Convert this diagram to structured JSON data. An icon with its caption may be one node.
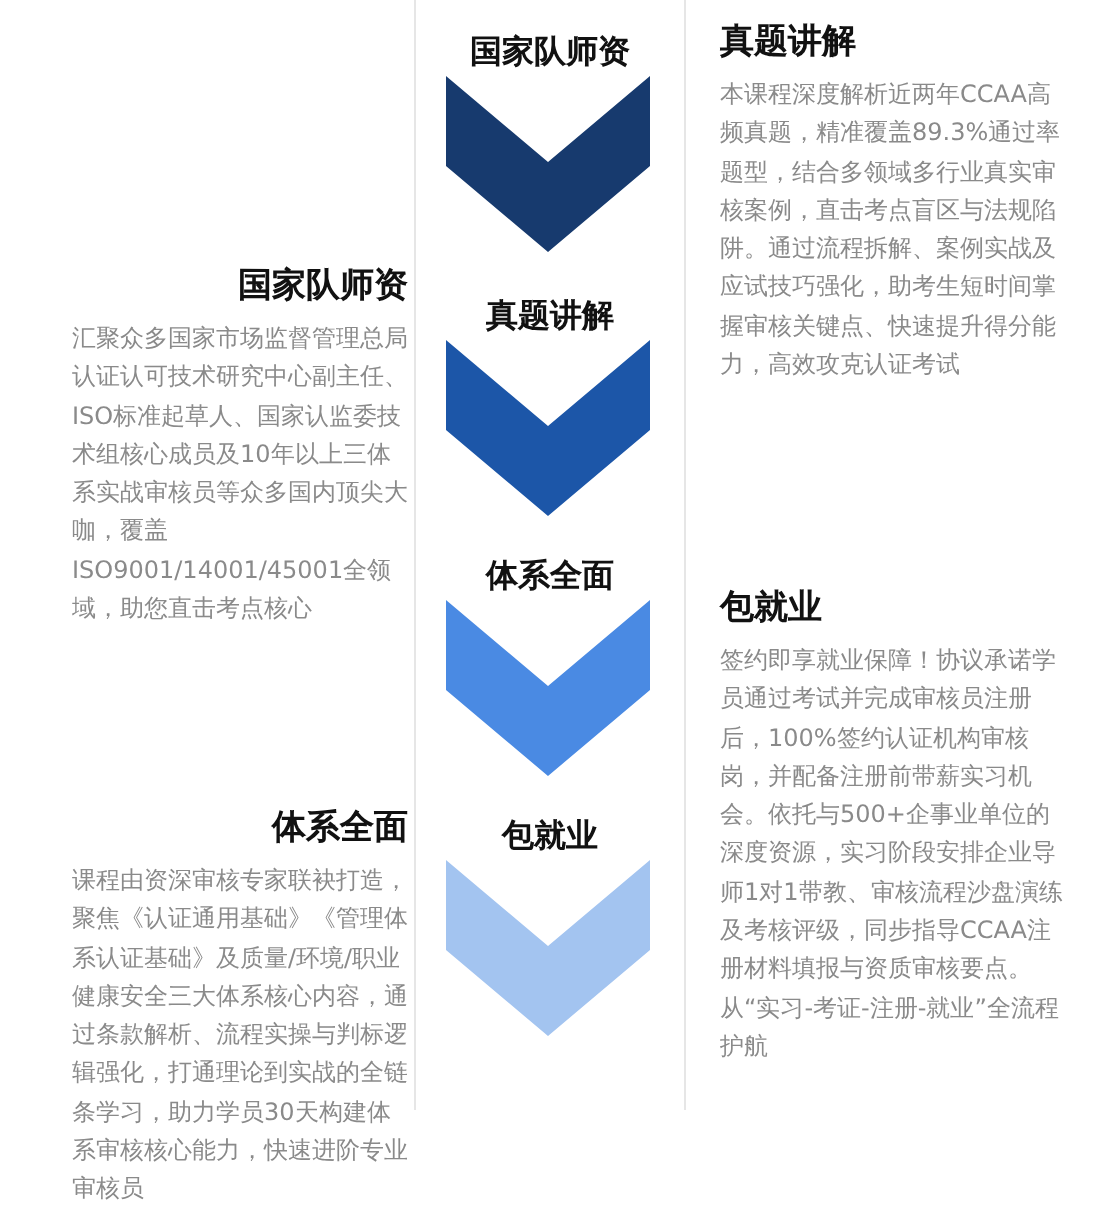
{
  "diagram": {
    "nodes": [
      {
        "text": [
          "国家队师资"
        ]
      },
      {
        "text": [
          "真题讲解"
        ]
      },
      {
        "text": [
          "体系全面"
        ]
      },
      {
        "text": [
          "包就业"
        ]
      }
    ],
    "labels": [
      "真题讲解",
      "本课程深度解析近两年CCAA高频真题，精准覆盖89.3%通过率题型，结合多领域多行业真实审核案例，直击考点盲区与法规陷阱。通过流程拆解、案例实战及应试技巧强化，助考生短时间掌握审核关键点、快速提升得分能力，高效攻克认证考试",
      "国家队师资",
      "汇聚众多国家市场监督管理总局认证认可技术研究中心副主任、ISO标准起草人、国家认监委技术组核心成员及10年以上三体系实战审核员等众多国内顶尖大咖，覆盖ISO9001/14001/45001全领域，助您直击考点核心",
      "包就业",
      "签约即享就业保障！协议承诺学员通过考试并完成审核员注册后，100%签约认证机构审核岗，并配备注册前带薪实习机会。依托与500+企事业单位的深度资源，实习阶段安排企业导师1对1带教、审核流程沙盘演练及考核评级，同步指导CCAA注册材料填报与资质审核要点。从“实习-考证-注册-就业”全流程护航",
      "体系全面",
      "课程由资深审核专家联袂打造，聚焦《认证通用基础》《管理体系认证基础》及质量/环境/职业健康安全三大体系核心内容，通过条款解析、流程实操与判标逻辑强化，打通理论到实战的全链条学习，助力学员30天构建体系审核核心能力，快速进阶专业审核员"
    ]
  }
}
